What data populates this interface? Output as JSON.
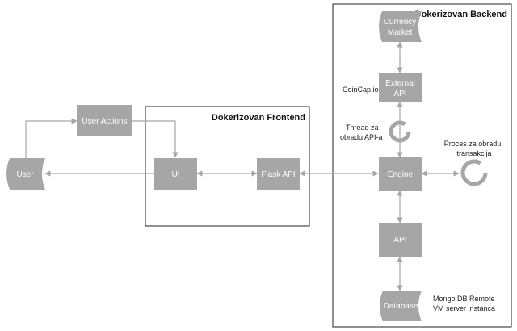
{
  "colors": {
    "node_fill": "#a6a6a6",
    "node_text": "#ffffff",
    "edge": "#a6a6a6",
    "frame": "#222222"
  },
  "frontend": {
    "title": "Dokerizovan Frontend"
  },
  "backend": {
    "title": "Dokerizovan Backend"
  },
  "nodes": {
    "user": "User",
    "user_actions": "User Actions",
    "ui": "UI",
    "flask_api": "Flask API",
    "currency_market_line1": "Currency",
    "currency_market_line2": "Market",
    "external_api_line1": "External",
    "external_api_line2": "API",
    "engine": "Engine",
    "api": "API",
    "database": "Database"
  },
  "labels": {
    "coincap": "CoinCap.io",
    "thread_line1": "Thread za",
    "thread_line2": "obradu API-a",
    "proces_line1": "Proces za obradu",
    "proces_line2": "transakcija",
    "mongo_line1": "Mongo DB Remote",
    "mongo_line2": "VM server instanca"
  }
}
